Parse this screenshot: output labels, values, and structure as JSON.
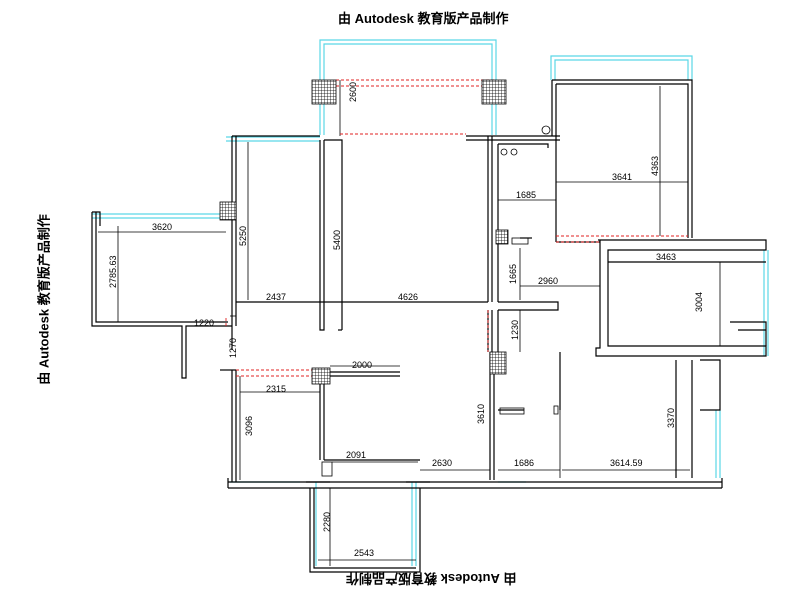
{
  "watermarks": {
    "top": "由 Autodesk 教育版产品制作",
    "bottom": "由 Autodesk 教育版产品制作",
    "left": "由 Autodesk 教育版产品制作"
  },
  "dimensions": {
    "d2600": "2600",
    "d4363": "4363",
    "d3641": "3641",
    "d1685": "1685",
    "d3620": "3620",
    "d2785": "2785.63",
    "d5250": "5250",
    "d5400": "5400",
    "d1665": "1665",
    "d2960": "2960",
    "d3463": "3463",
    "d3004": "3004",
    "d2437": "2437",
    "d4626": "4626",
    "d1220": "1220",
    "d1230": "1230",
    "d1270": "1270",
    "d2000": "2000",
    "d2315": "2315",
    "d3096": "3096",
    "d3610": "3610",
    "d3370": "3370",
    "d2091": "2091",
    "d2630": "2630",
    "d1686": "1686",
    "d3614": "3614.59",
    "d2280": "2280",
    "d2543": "2543"
  },
  "colors": {
    "wall": "#000000",
    "window": "#5ad7e6",
    "opening": "#e02020"
  }
}
